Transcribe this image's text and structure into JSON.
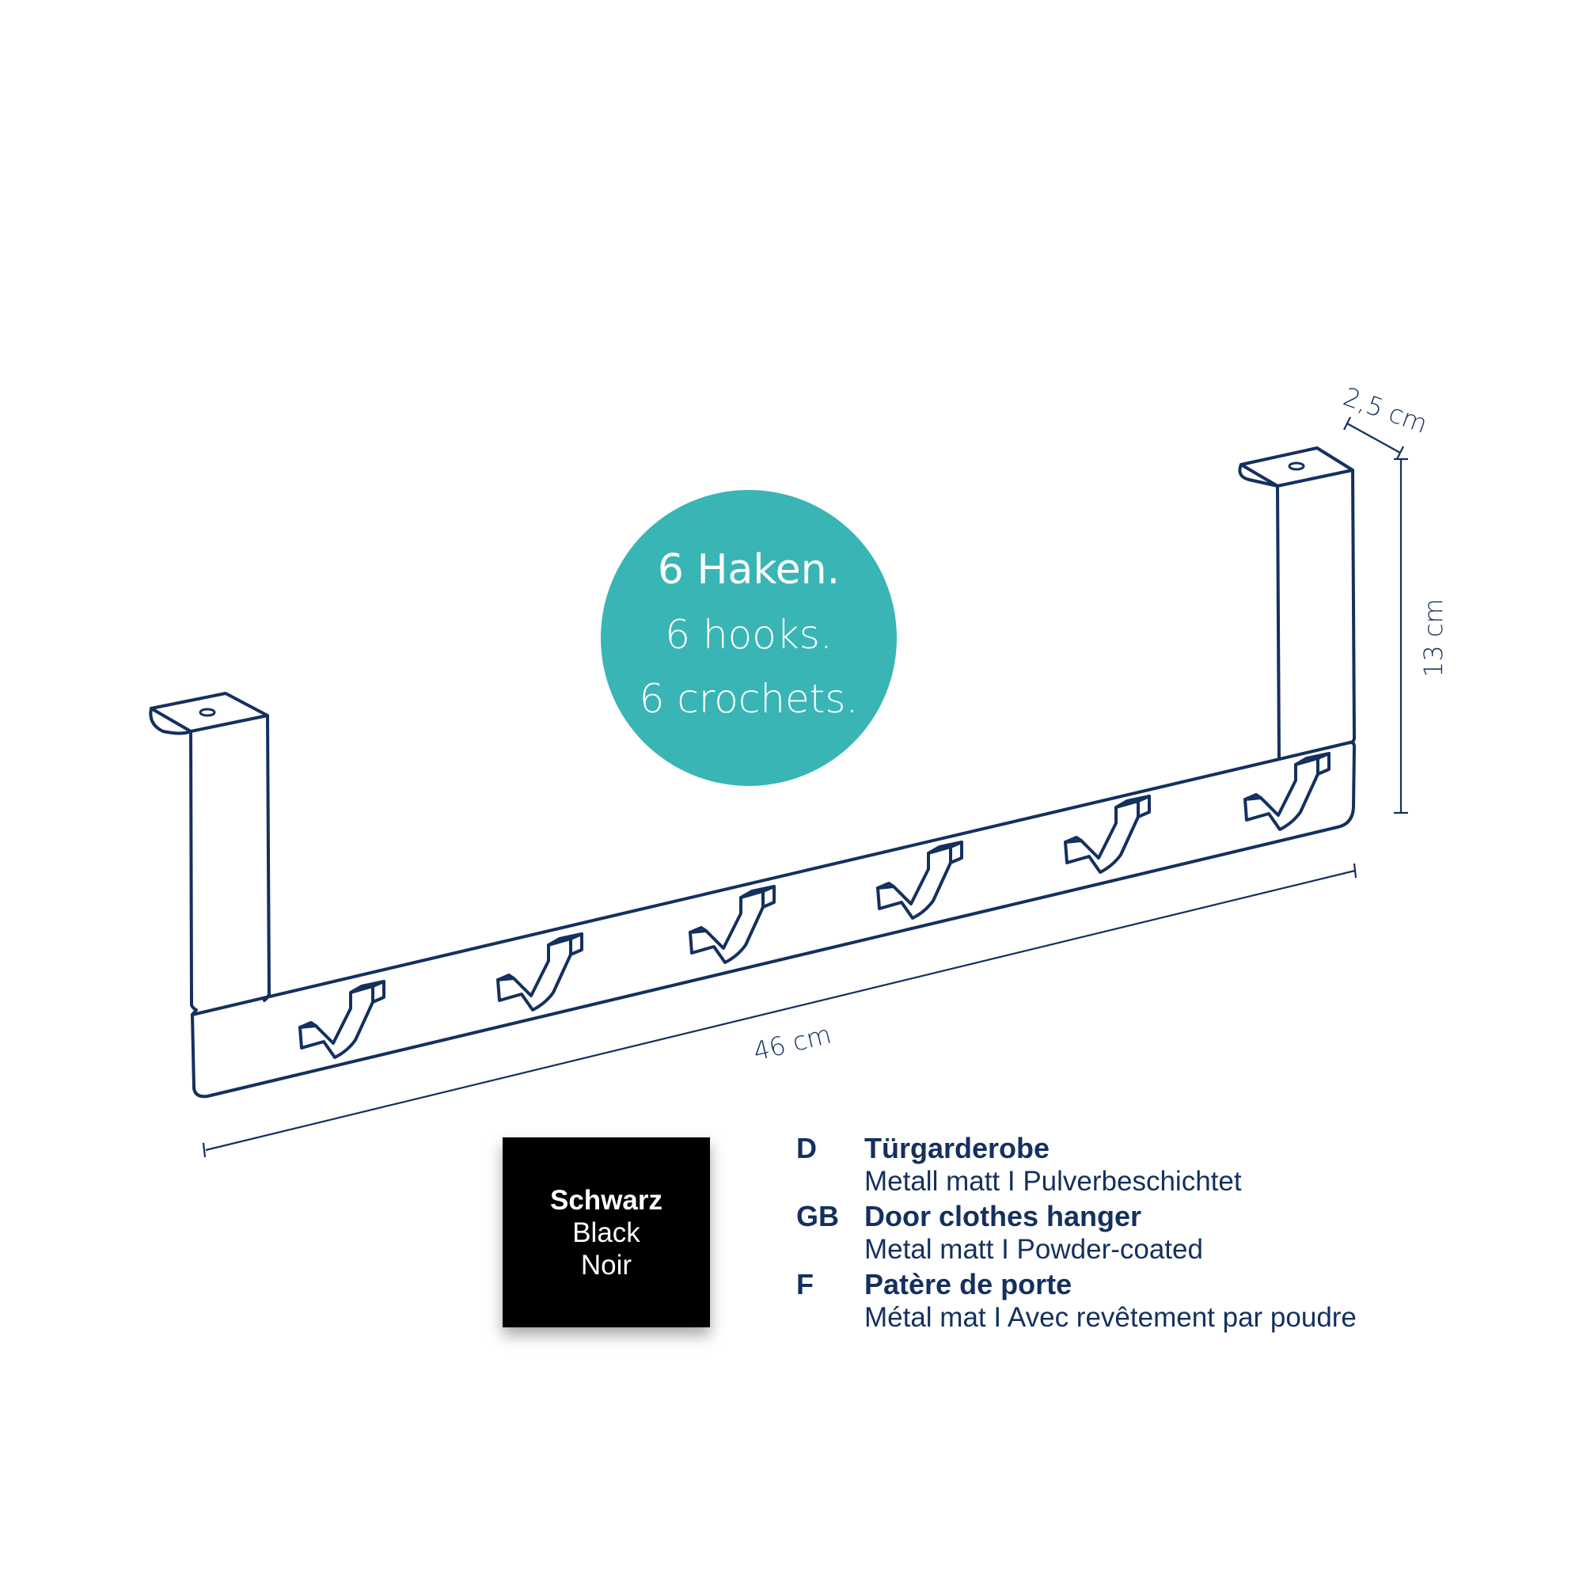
{
  "badge": {
    "color": "#38b5b4",
    "line1": "6 Haken.",
    "line2": "6 hooks.",
    "line3": "6 crochets."
  },
  "dimensions": {
    "width": "46 cm",
    "height": "13 cm",
    "depth": "2,5 cm"
  },
  "swatch": {
    "color": "#000000",
    "de": "Schwarz",
    "en": "Black",
    "fr": "Noir"
  },
  "descriptions": [
    {
      "code": "D",
      "name": "Türgarderobe",
      "detail": "Metall matt I Pulverbeschichtet"
    },
    {
      "code": "GB",
      "name": "Door clothes hanger",
      "detail": "Metal matt I Powder-coated"
    },
    {
      "code": "F",
      "name": "Patère de porte",
      "detail": "Métal mat I Avec revêtement par poudre"
    }
  ],
  "line_color": "#14305e"
}
